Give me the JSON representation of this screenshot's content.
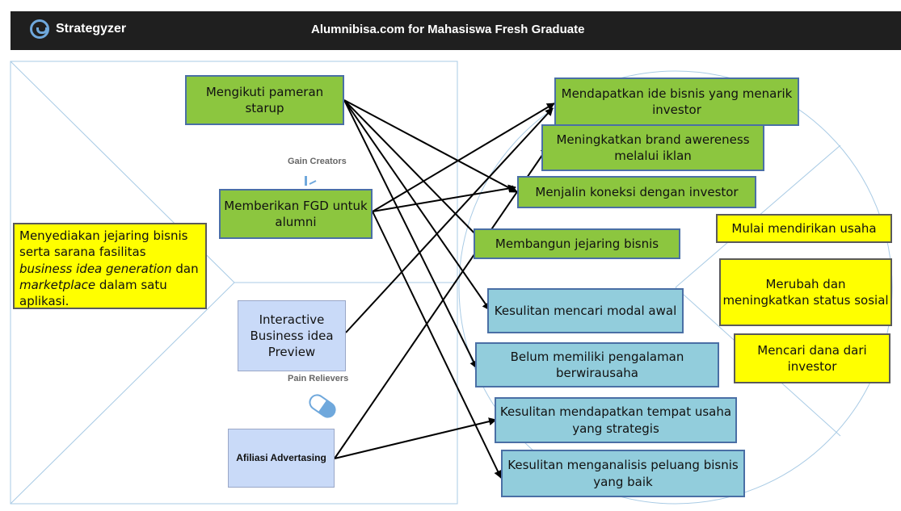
{
  "header": {
    "brand": "Strategyzer",
    "title": "Alumnibisa.com for Mahasiswa Fresh Graduate"
  },
  "labels": {
    "gain_creators": "Gain Creators",
    "pain_relievers": "Pain Relievers"
  },
  "value_map": {
    "products_services": [
      "Menyediakan jejaring bisnis serta sarana fasilitas",
      "business idea generation",
      "dan",
      "marketplace",
      "dalam satu aplikasi."
    ],
    "gain_creators": [
      "Mengikuti pameran starup",
      "Memberikan FGD untuk alumni"
    ],
    "pain_relievers": [
      "Interactive Business idea Preview",
      "Afiliasi Advertasing"
    ]
  },
  "customer_profile": {
    "gains": [
      "Mendapatkan ide bisnis yang menarik investor",
      "Meningkatkan brand awereness melalui iklan",
      "Menjalin koneksi dengan investor",
      "Membangun jejaring bisnis"
    ],
    "pains": [
      "Kesulitan mencari modal awal",
      "Belum memiliki pengalaman berwirausaha",
      "Kesulitan mendapatkan tempat usaha yang strategis",
      "Kesulitan menganalisis peluang bisnis yang baik"
    ],
    "jobs": [
      "Mulai mendirikan usaha",
      "Merubah dan meningkatkan status sosial",
      "Mencari dana dari investor"
    ]
  },
  "colors": {
    "gain": "#8cc63f",
    "pain": "#92cddc",
    "job": "#ffff00",
    "reliever": "#c9daf8",
    "header": "#1f1f1f",
    "frame": "#a9cbe5"
  }
}
